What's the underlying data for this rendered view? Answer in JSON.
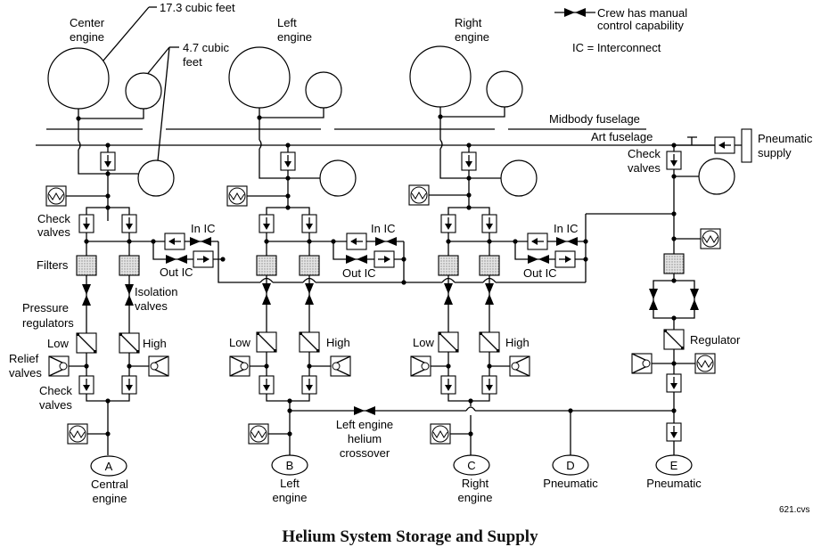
{
  "title": "Helium System Storage and Supply",
  "file_id": "621.cvs",
  "legend": {
    "manual_valve": "Crew has manual control capability",
    "manual_valve_line1": "Crew has manual",
    "manual_valve_line2": "control capability",
    "ic_definition": "IC  =  Interconnect"
  },
  "annotations": {
    "large_tank_volume": "17.3 cubic feet",
    "small_tank_volume_line1": "4.7 cubic",
    "small_tank_volume_line2": "feet",
    "midbody": "Midbody  fuselage",
    "aft": "Art  fuselage",
    "pneumatic_supply_line1": "Pneumatic",
    "pneumatic_supply_line2": "supply"
  },
  "engines": {
    "center": {
      "line1": "Center",
      "line2": "engine"
    },
    "left": {
      "line1": "Left",
      "line2": "engine"
    },
    "right": {
      "line1": "Right",
      "line2": "engine"
    }
  },
  "labels": {
    "check_valves_1": "Check",
    "check_valves_2": "valves",
    "in_ic": "In IC",
    "out_ic": "Out IC",
    "filters": "Filters",
    "isolation_1": "Isolation",
    "isolation_2": "valves",
    "pressure_1": "Pressure",
    "pressure_2": "regulators",
    "low": "Low",
    "high": "High",
    "relief_1": "Relief",
    "relief_2": "valves",
    "regulator": "Regulator",
    "crossover_1": "Left engine",
    "crossover_2": "helium",
    "crossover_3": "crossover"
  },
  "outlets": [
    {
      "letter": "A",
      "line1": "Central",
      "line2": "engine"
    },
    {
      "letter": "B",
      "line1": "Left",
      "line2": "engine"
    },
    {
      "letter": "C",
      "line1": "Right",
      "line2": "engine"
    },
    {
      "letter": "D",
      "line1": "Pneumatic",
      "line2": ""
    },
    {
      "letter": "E",
      "line1": "Pneumatic",
      "line2": ""
    }
  ]
}
